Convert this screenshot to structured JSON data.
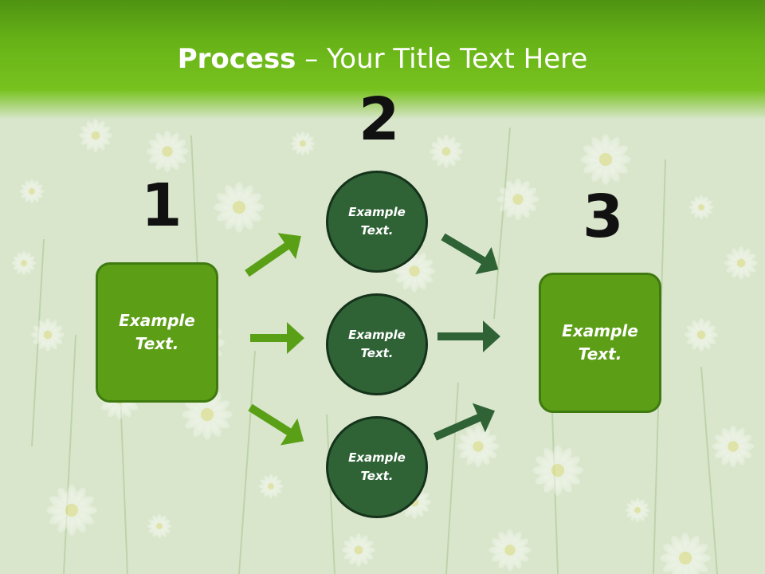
{
  "slide": {
    "title_bold": "Process",
    "title_rest": " – Your Title Text Here"
  },
  "numbers": {
    "one": "1",
    "two": "2",
    "three": "3"
  },
  "left_box": {
    "line1": "Example",
    "line2": "Text."
  },
  "circles": [
    {
      "line1": "Example",
      "line2": "Text."
    },
    {
      "line1": "Example",
      "line2": "Text."
    },
    {
      "line1": "Example",
      "line2": "Text."
    }
  ],
  "right_box": {
    "line1": "Example",
    "line2": "Text."
  },
  "colors": {
    "header_green": "#67b317",
    "box_green": "#5d9e17",
    "circle_green": "#2f6336",
    "arrow_light": "#5aa017",
    "arrow_dark": "#2f6336"
  }
}
